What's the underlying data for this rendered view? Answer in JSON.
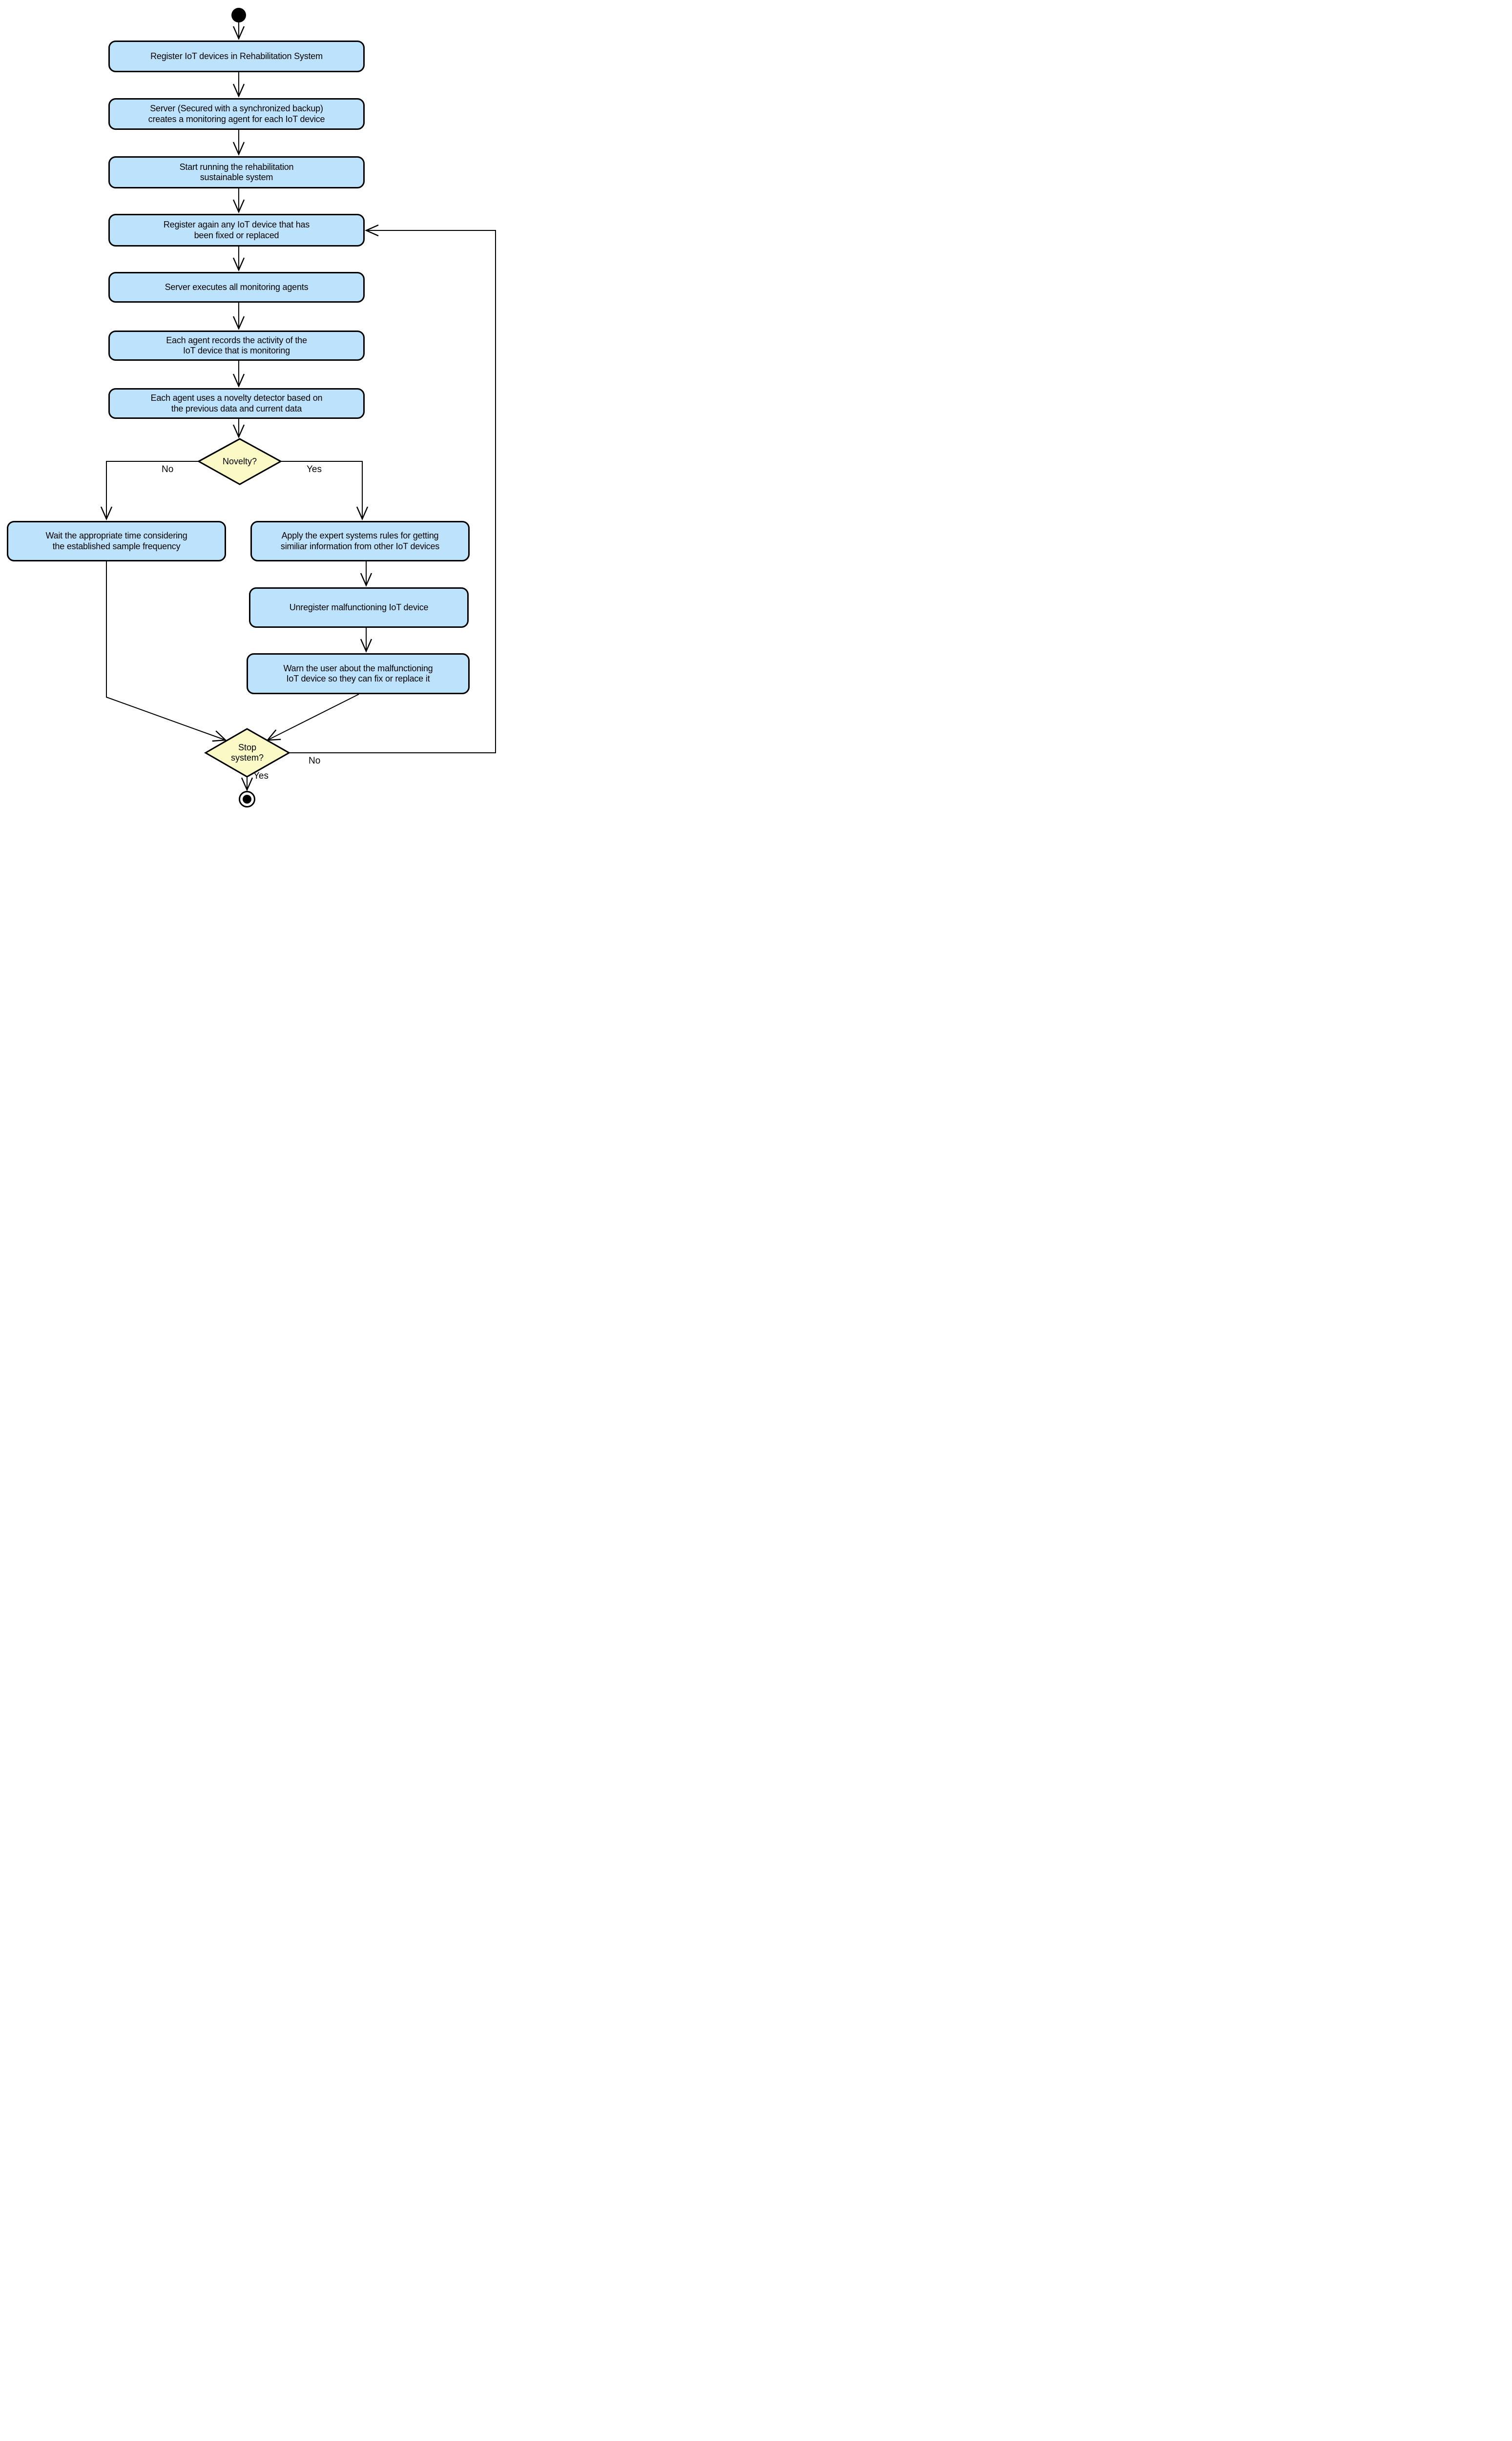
{
  "diagram": {
    "type": "uml-activity-flowchart",
    "colors": {
      "activity_fill": "#BDE2FC",
      "decision_fill": "#FBF9C6",
      "stroke": "#000000",
      "background": "#FFFFFF"
    }
  },
  "nodes": {
    "register": {
      "line1": "Register IoT devices in Rehabilitation System",
      "line2": ""
    },
    "server_creates": {
      "line1": "Server (Secured with a synchronized backup)",
      "line2": "creates a monitoring agent for each IoT device"
    },
    "start_running": {
      "line1": "Start running the rehabilitation",
      "line2": "sustainable system"
    },
    "register_again": {
      "line1": "Register again any IoT device that has",
      "line2": "been fixed or replaced"
    },
    "server_executes": {
      "line1": "Server executes all monitoring agents",
      "line2": ""
    },
    "agent_records": {
      "line1": "Each agent records the activity of the",
      "line2": "IoT device that is monitoring"
    },
    "novelty_detector": {
      "line1": "Each agent uses a novelty detector based on",
      "line2": "the previous data and current data"
    },
    "wait": {
      "line1": "Wait the appropriate time considering",
      "line2": "the established sample frequency"
    },
    "apply_rules": {
      "line1": "Apply the expert systems rules for getting",
      "line2": "similiar information from other IoT devices"
    },
    "unregister": {
      "line1": "Unregister malfunctioning IoT device",
      "line2": ""
    },
    "warn": {
      "line1": "Warn the user about the malfunctioning",
      "line2": "IoT device so they can fix or replace it"
    }
  },
  "decisions": {
    "novelty": {
      "label": "Novelty?",
      "no_label": "No",
      "yes_label": "Yes"
    },
    "stop": {
      "line1": "Stop",
      "line2": "system?",
      "no_label": "No",
      "yes_label": "Yes"
    }
  }
}
